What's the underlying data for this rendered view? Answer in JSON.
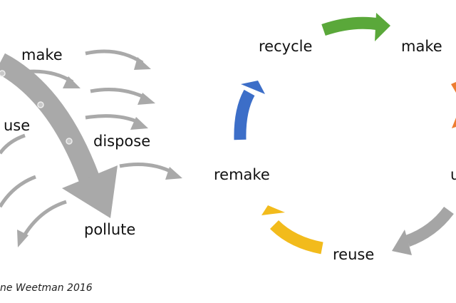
{
  "linear": {
    "labels": {
      "make": "make",
      "use": "use",
      "dispose": "dispose",
      "pollute": "pollute"
    }
  },
  "circular": {
    "labels": {
      "recycle": "recycle",
      "make": "make",
      "use": "u",
      "reuse": "reuse",
      "remake": "remake"
    },
    "colors": {
      "recycle_to_make": "#5aa83a",
      "make_to_use": "#ed7d31",
      "use_to_reuse": "#a5a5a5",
      "reuse_to_remake": "#f2bb1c",
      "remake_to_recycle": "#3c6ec8"
    }
  },
  "caption": "ne Weetman 2016"
}
